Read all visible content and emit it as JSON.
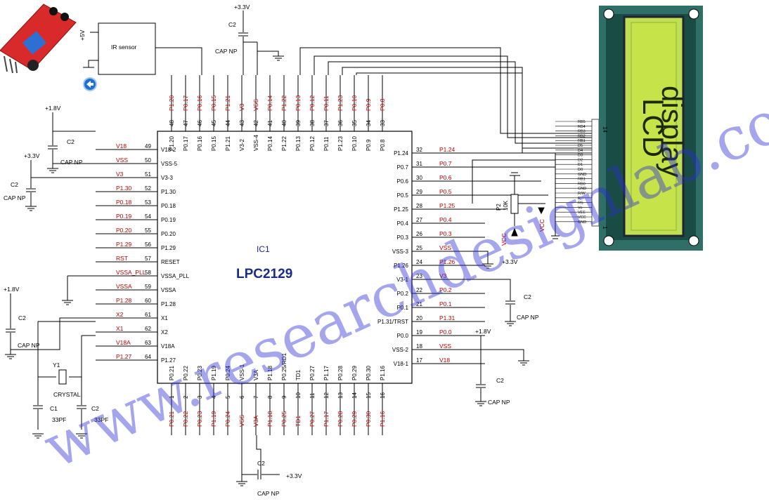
{
  "watermark": "www.researchdesignlab.com",
  "ic": {
    "ref": "IC1",
    "part": "LPC2129",
    "left_pins": [
      {
        "num": "49",
        "name": "V18-2",
        "net": "V18"
      },
      {
        "num": "50",
        "name": "VSS-5",
        "net": "VSS"
      },
      {
        "num": "51",
        "name": "V3-3",
        "net": "V3"
      },
      {
        "num": "52",
        "name": "P1.30",
        "net": "P1.30"
      },
      {
        "num": "53",
        "name": "P0.18",
        "net": "P0.18"
      },
      {
        "num": "54",
        "name": "P0.19",
        "net": "P0.19"
      },
      {
        "num": "55",
        "name": "P0.20",
        "net": "P0.20"
      },
      {
        "num": "56",
        "name": "P1.29",
        "net": "P1.29"
      },
      {
        "num": "57",
        "name": "RESET",
        "net": "RST"
      },
      {
        "num": "58",
        "name": "VSSA_PLL",
        "net": "VSSA_PLL"
      },
      {
        "num": "59",
        "name": "VSSA",
        "net": "VSSA"
      },
      {
        "num": "60",
        "name": "P1.28",
        "net": "P1.28"
      },
      {
        "num": "61",
        "name": "X1",
        "net": "X2"
      },
      {
        "num": "62",
        "name": "X2",
        "net": "X1"
      },
      {
        "num": "63",
        "name": "V18A",
        "net": "V18A"
      },
      {
        "num": "64",
        "name": "P1.27",
        "net": "P1.27"
      }
    ],
    "right_pins": [
      {
        "num": "32",
        "name": "P1.24",
        "net": "P1.24"
      },
      {
        "num": "31",
        "name": "P0.7",
        "net": "P0.7"
      },
      {
        "num": "30",
        "name": "P0.6",
        "net": "P0.6"
      },
      {
        "num": "29",
        "name": "P0.5",
        "net": "P0.5"
      },
      {
        "num": "28",
        "name": "P1.25",
        "net": "P1.25"
      },
      {
        "num": "27",
        "name": "P0.4",
        "net": "P0.4"
      },
      {
        "num": "26",
        "name": "P0.3",
        "net": "P0.3"
      },
      {
        "num": "25",
        "name": "VSS-3",
        "net": "VSS"
      },
      {
        "num": "24",
        "name": "P1.26",
        "net": "P1.26"
      },
      {
        "num": "23",
        "name": "V3-1",
        "net": "V3"
      },
      {
        "num": "22",
        "name": "P0.2",
        "net": "P0.2"
      },
      {
        "num": "21",
        "name": "P0.1",
        "net": "P0.1"
      },
      {
        "num": "20",
        "name": "P1.31/TRST",
        "net": "P1.31"
      },
      {
        "num": "19",
        "name": "P0.0",
        "net": "P0.0"
      },
      {
        "num": "18",
        "name": "VSS-2",
        "net": "VSS"
      },
      {
        "num": "17",
        "name": "V18-1",
        "net": "V18"
      }
    ],
    "top_pins": [
      {
        "num": "48",
        "name": "P1.20",
        "net": "P1.20"
      },
      {
        "num": "47",
        "name": "P0.17",
        "net": "P0.17"
      },
      {
        "num": "46",
        "name": "P0.16",
        "net": "P0.16"
      },
      {
        "num": "45",
        "name": "P0.15",
        "net": "P0.15"
      },
      {
        "num": "44",
        "name": "P1.21",
        "net": "P1.21"
      },
      {
        "num": "43",
        "name": "V3-2",
        "net": "V3"
      },
      {
        "num": "42",
        "name": "VSS-4",
        "net": "VSS"
      },
      {
        "num": "41",
        "name": "P0.14",
        "net": "P0.14"
      },
      {
        "num": "40",
        "name": "P1.22",
        "net": "P1.22"
      },
      {
        "num": "39",
        "name": "P0.13",
        "net": "P0.13"
      },
      {
        "num": "38",
        "name": "P0.12",
        "net": "P0.12"
      },
      {
        "num": "37",
        "name": "P0.11",
        "net": "P0.11"
      },
      {
        "num": "36",
        "name": "P1.23",
        "net": "P1.23"
      },
      {
        "num": "35",
        "name": "P0.10",
        "net": "P0.10"
      },
      {
        "num": "34",
        "name": "P0.9",
        "net": "P0.9"
      },
      {
        "num": "33",
        "name": "P0.8",
        "net": "P0.8"
      }
    ],
    "bottom_pins": [
      {
        "num": "1",
        "name": "P0.21",
        "net": "P0.21"
      },
      {
        "num": "2",
        "name": "P0.22",
        "net": "P0.22"
      },
      {
        "num": "3",
        "name": "P0.23",
        "net": "P0.23"
      },
      {
        "num": "4",
        "name": "P1.19",
        "net": "P1.19"
      },
      {
        "num": "5",
        "name": "P0.24",
        "net": "P0.24"
      },
      {
        "num": "6",
        "name": "VSS-1",
        "net": "VSS"
      },
      {
        "num": "7",
        "name": "V3A",
        "net": "V3A"
      },
      {
        "num": "8",
        "name": "P1.18",
        "net": "P1.18"
      },
      {
        "num": "9",
        "name": "P0.25/RD1",
        "net": "P0.25"
      },
      {
        "num": "10",
        "name": "TD1",
        "net": "TD1"
      },
      {
        "num": "11",
        "name": "P0.27",
        "net": "P0.27"
      },
      {
        "num": "12",
        "name": "P1.17",
        "net": "P1.17"
      },
      {
        "num": "13",
        "name": "P0.28",
        "net": "P0.28"
      },
      {
        "num": "14",
        "name": "P0.29",
        "net": "P0.29"
      },
      {
        "num": "15",
        "name": "P0.30",
        "net": "P0.30"
      },
      {
        "num": "16",
        "name": "P1.16",
        "net": "P1.16"
      }
    ]
  },
  "ir_sensor": {
    "label": "IR sensor",
    "supply": "+5V"
  },
  "lcd": {
    "pins": [
      "RB5",
      "RB4",
      "RB3",
      "RB2",
      "RB1",
      "D5",
      "D4",
      "D3",
      "D2",
      "D1",
      "D0",
      "GND",
      "RB1",
      "RB0",
      "GND",
      "R/W",
      "E",
      "RS",
      "Vo",
      "VEE",
      "VCC",
      "GND"
    ],
    "num_top": "14",
    "num_bottom": "1",
    "text_line1": "LCD",
    "text_line2": "display",
    "pot_ref": "P2",
    "pot_val": "10K",
    "vcc1": "VCC",
    "vcc2": "VCC"
  },
  "labels": {
    "v33": "+3.3V",
    "v18": "+1.8V",
    "c2": "C2",
    "c1": "C1",
    "cap_np": "CAP NP",
    "cap_33": "33PF",
    "crystal": "CRYSTAL",
    "y1": "Y1"
  },
  "colors": {
    "net_label": "#c00000",
    "ic_title": "#1a2b8a",
    "watermark": "#2b2bd8",
    "lcd_screen": "#c7e34a",
    "lcd_bezel": "#2f6f68"
  }
}
